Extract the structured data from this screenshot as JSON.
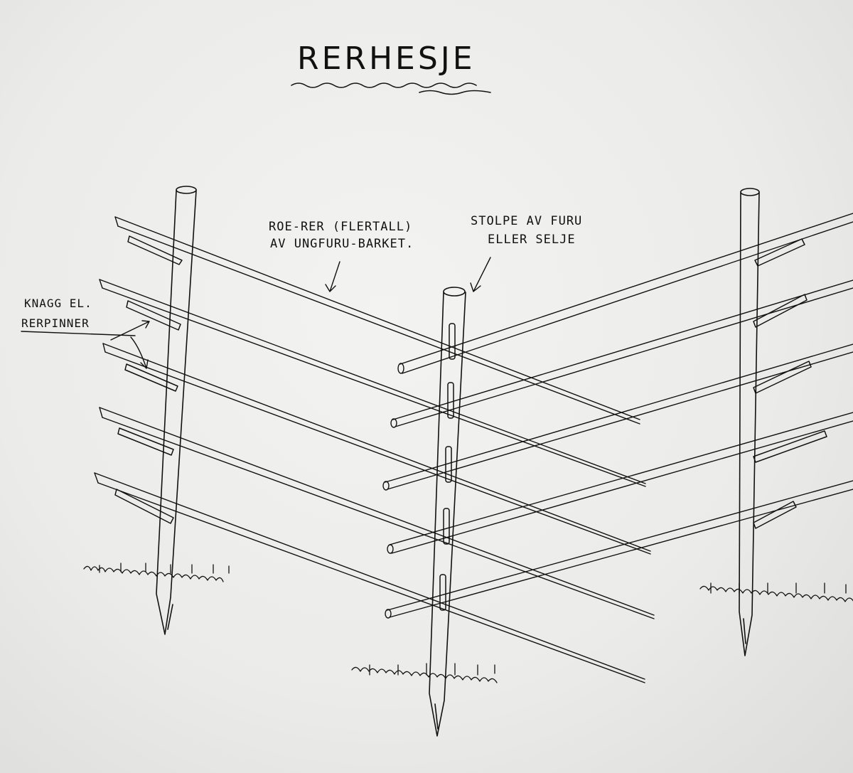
{
  "diagram": {
    "title": "RERHESJE",
    "labels": {
      "roe_rer_line1": "ROE-RER (FLERTALL)",
      "roe_rer_line2": "AV UNGFURU-BARKET.",
      "stolpe_line1": "STOLPE AV FURU",
      "stolpe_line2": "ELLER SELJE",
      "knagg_line1": "KNAGG EL.",
      "knagg_line2": "RERPINNER"
    },
    "ink_color": "#111111",
    "paper_color": "#eeeeec"
  }
}
